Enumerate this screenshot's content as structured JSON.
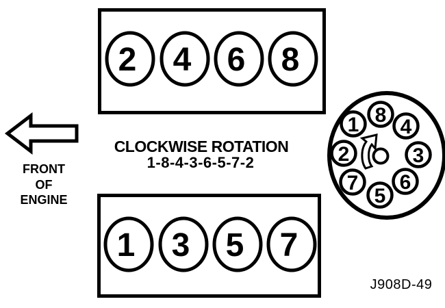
{
  "figure": {
    "background_color": "#ffffff",
    "ink_color": "#000000",
    "rotation_title": "CLOCKWISE ROTATION",
    "firing_order": "1-8-4-3-6-5-7-2",
    "front_of_engine_lines": [
      "FRONT",
      "OF",
      "ENGINE"
    ],
    "figure_code": "J908D-49",
    "top_bank_cylinders": [
      "2",
      "4",
      "6",
      "8"
    ],
    "bottom_bank_cylinders": [
      "1",
      "3",
      "5",
      "7"
    ],
    "distributor": {
      "rotation_direction": "clockwise",
      "terminals_clockwise_from_top": [
        "8",
        "4",
        "3",
        "6",
        "5",
        "7",
        "2",
        "1"
      ]
    },
    "icons": {
      "front_arrow": "left-arrow-outline-icon",
      "rotation_arrow": "clockwise-curved-arrow-icon"
    }
  }
}
